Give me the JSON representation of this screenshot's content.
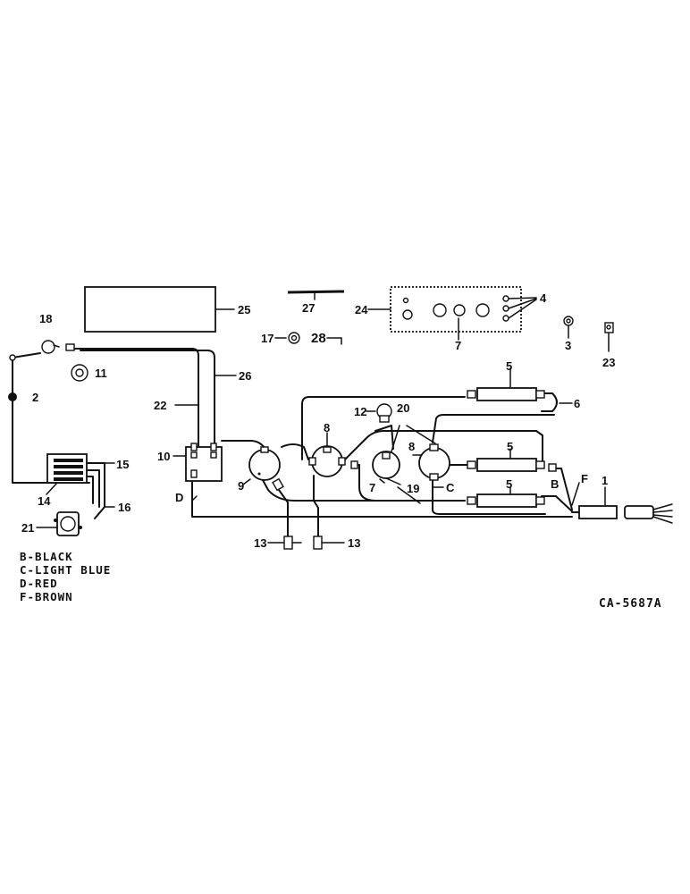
{
  "callouts": {
    "c1": "1",
    "c2": "2",
    "c3": "3",
    "c4": "4",
    "c5a": "5",
    "c5b": "5",
    "c5c": "5",
    "c6": "6",
    "c7a": "7",
    "c7b": "7",
    "c8a": "8",
    "c8b": "8",
    "c9": "9",
    "c10": "10",
    "c11": "11",
    "c12": "12",
    "c13a": "13",
    "c13b": "13",
    "c14": "14",
    "c15": "15",
    "c16": "16",
    "c17": "17",
    "c18": "18",
    "c19": "19",
    "c20": "20",
    "c21": "21",
    "c22": "22",
    "c23": "23",
    "c24": "24",
    "c25": "25",
    "c26": "26",
    "c27": "27",
    "c28": "28"
  },
  "wire_letters": {
    "B": "B",
    "C": "C",
    "D": "D",
    "F": "F"
  },
  "legend": [
    "B-BLACK",
    "C-LIGHT BLUE",
    "D-RED",
    "F-BROWN"
  ],
  "catalog_number": "CA-5687A"
}
